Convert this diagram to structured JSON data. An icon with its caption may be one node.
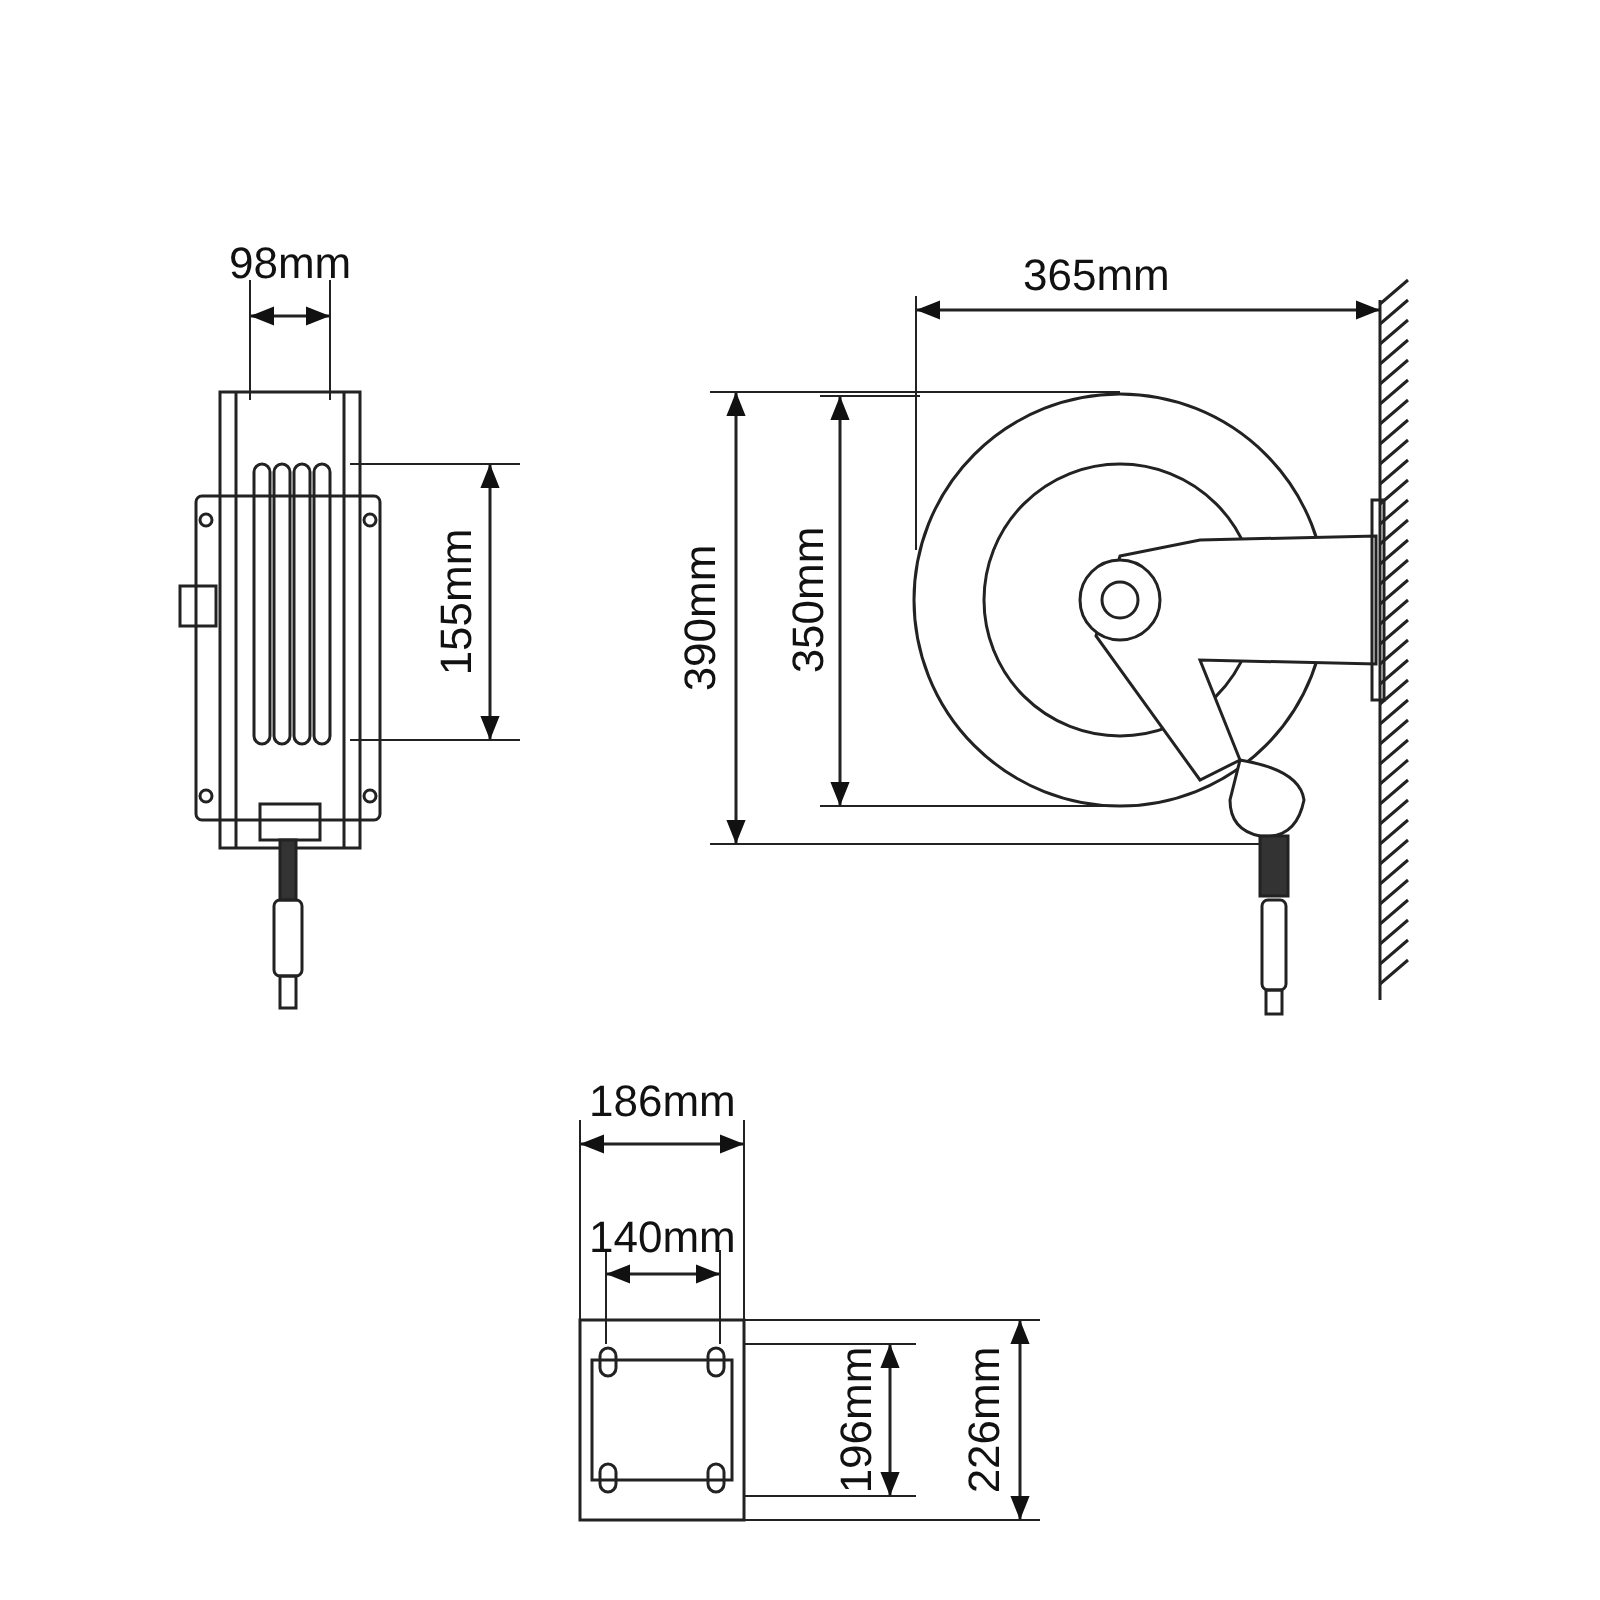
{
  "diagram": {
    "labels": [
      "98mm",
      "365mm",
      "155mm",
      "390mm",
      "350mm",
      "186mm",
      "140mm",
      "196mm",
      "226mm"
    ]
  }
}
